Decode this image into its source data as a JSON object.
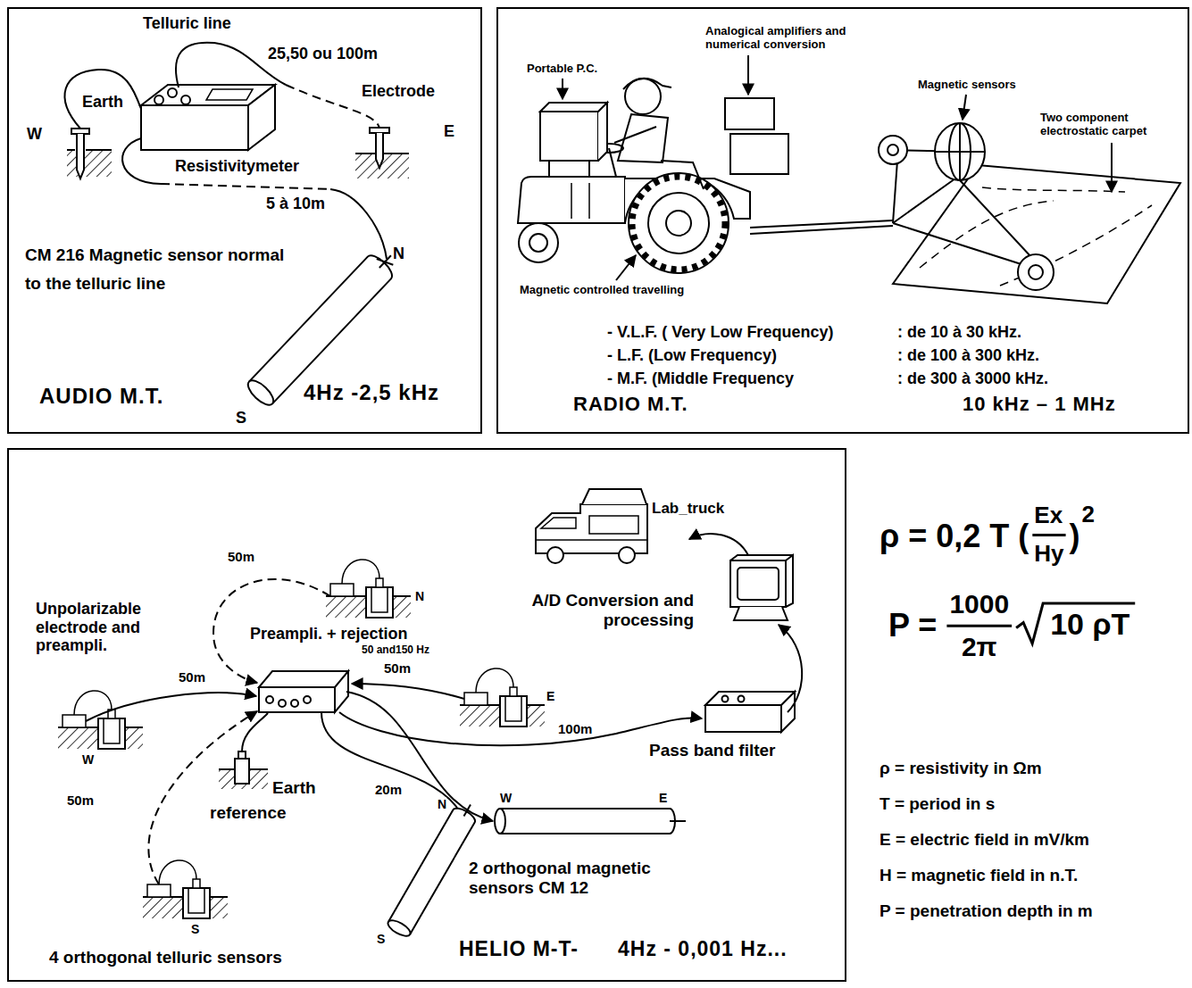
{
  "diagram": {
    "nodes": [
      {
        "text": [
          "AUDIO M.T.",
          "4Hz -2,5 kHz"
        ]
      },
      {
        "text": [
          "RADIO M.T.",
          "10 kHz – 1 MHz"
        ]
      },
      {
        "text": [
          "HELIO M-T-",
          "4Hz - 0,001 Hz..."
        ]
      }
    ],
    "labels": [
      "Telluric line",
      "25,50 ou 100m",
      "Earth",
      "W",
      "Electrode",
      "E",
      "Resistivitymeter",
      "5 à 10m",
      "CM 216 Magnetic sensor normal to the telluric line",
      "N",
      "S",
      "Analogical amplifiers and numerical conversion",
      "Portable P.C.",
      "Magnetic sensors",
      "Two component electrostatic carpet",
      "Magnetic controlled travelling",
      "- V.L.F. ( Very Low Frequency)",
      ": de 10 à 30 kHz.",
      "- L.F. (Low Frequency)",
      ": de 100 à 300 kHz.",
      "- M.F. (Middle Frequency",
      ": de 300 à 3000 kHz.",
      "Lab_truck",
      "50m",
      "A/D Conversion and processing",
      "Unpolarizable electrode and preampli.",
      "Preampli. + rejection",
      "50 and150 Hz",
      "N",
      "50m",
      "50m",
      "W",
      "E",
      "100m",
      "Pass band filter",
      "Earth",
      "reference",
      "20m",
      "W",
      "E",
      "50m",
      "N",
      "2 orthogonal magnetic sensors CM 12",
      "S",
      "S",
      "4 orthogonal telluric sensors",
      "ρ = 0,2 T (",
      "Ex",
      "Hy",
      ")",
      "2",
      "P =",
      "1000",
      "2π",
      "10 ρT",
      "ρ = resistivity in Ωm",
      "T = period in s",
      "E = electric field in mV/km",
      "H = magnetic field in n.T.",
      "P = penetration depth in m"
    ]
  }
}
